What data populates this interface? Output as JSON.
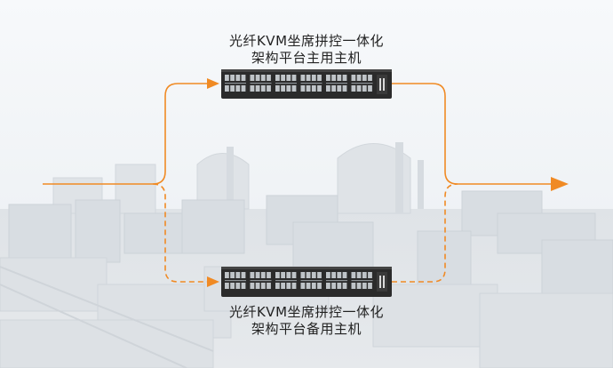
{
  "diagram": {
    "primary_host": {
      "line1": "光纤KVM坐席拼控一体化",
      "line2": "架构平台主用主机"
    },
    "backup_host": {
      "line1": "光纤KVM坐席拼控一体化",
      "line2": "架构平台备用主机"
    },
    "connections": [
      {
        "from": "input",
        "to": "primary_host",
        "style": "solid"
      },
      {
        "from": "input",
        "to": "backup_host",
        "style": "dashed"
      },
      {
        "from": "primary_host",
        "to": "output",
        "style": "solid"
      },
      {
        "from": "backup_host",
        "to": "output",
        "style": "dashed"
      }
    ],
    "colors": {
      "arrow": "#f08a24",
      "device_body": "#2b2b2b",
      "port": "#bfc4c8"
    }
  }
}
